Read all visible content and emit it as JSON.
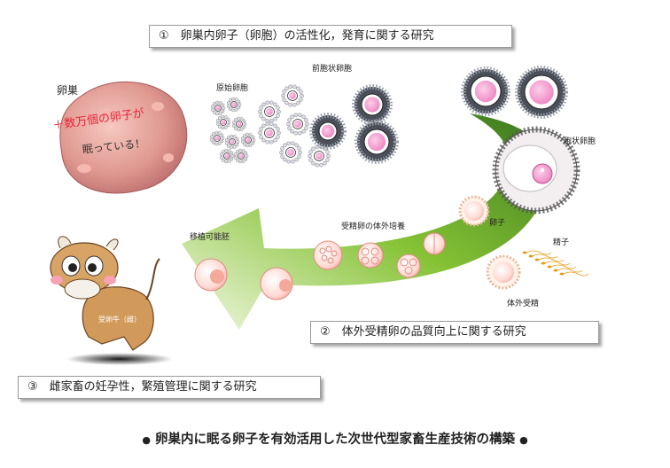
{
  "boxes": {
    "box1": "①　卵巣内卵子（卵胞）の活性化，発育に関する研究",
    "box2": "②　体外受精卵の品質向上に関する研究",
    "box3": "③　雌家畜の妊孕性，繁殖管理に関する研究"
  },
  "labels": {
    "ovary": "卵巣",
    "primordial": "原始卵胞",
    "preantral": "前胞状卵胞",
    "antral": "胞状卵胞",
    "egg": "卵子",
    "sperm": "精子",
    "ivf": "体外受精",
    "culture": "受精卵の体外培養",
    "transferable": "移植可能胚",
    "recipient": "受卵牛（雌）"
  },
  "ovary_text": {
    "line1": "＋数万個の卵子が",
    "line2": "眠っている！"
  },
  "bottom_title": {
    "bullet_left": "●",
    "text": "卵巣内に眠る卵子を有効活用した次世代型家畜生産技術の構築",
    "bullet_right": "●"
  },
  "colors": {
    "ovary": "#d98a8a",
    "oocyte_pink": "#f28bc0",
    "arrow_green": "#78b82a",
    "ovary_text_red": "#e8243a"
  }
}
